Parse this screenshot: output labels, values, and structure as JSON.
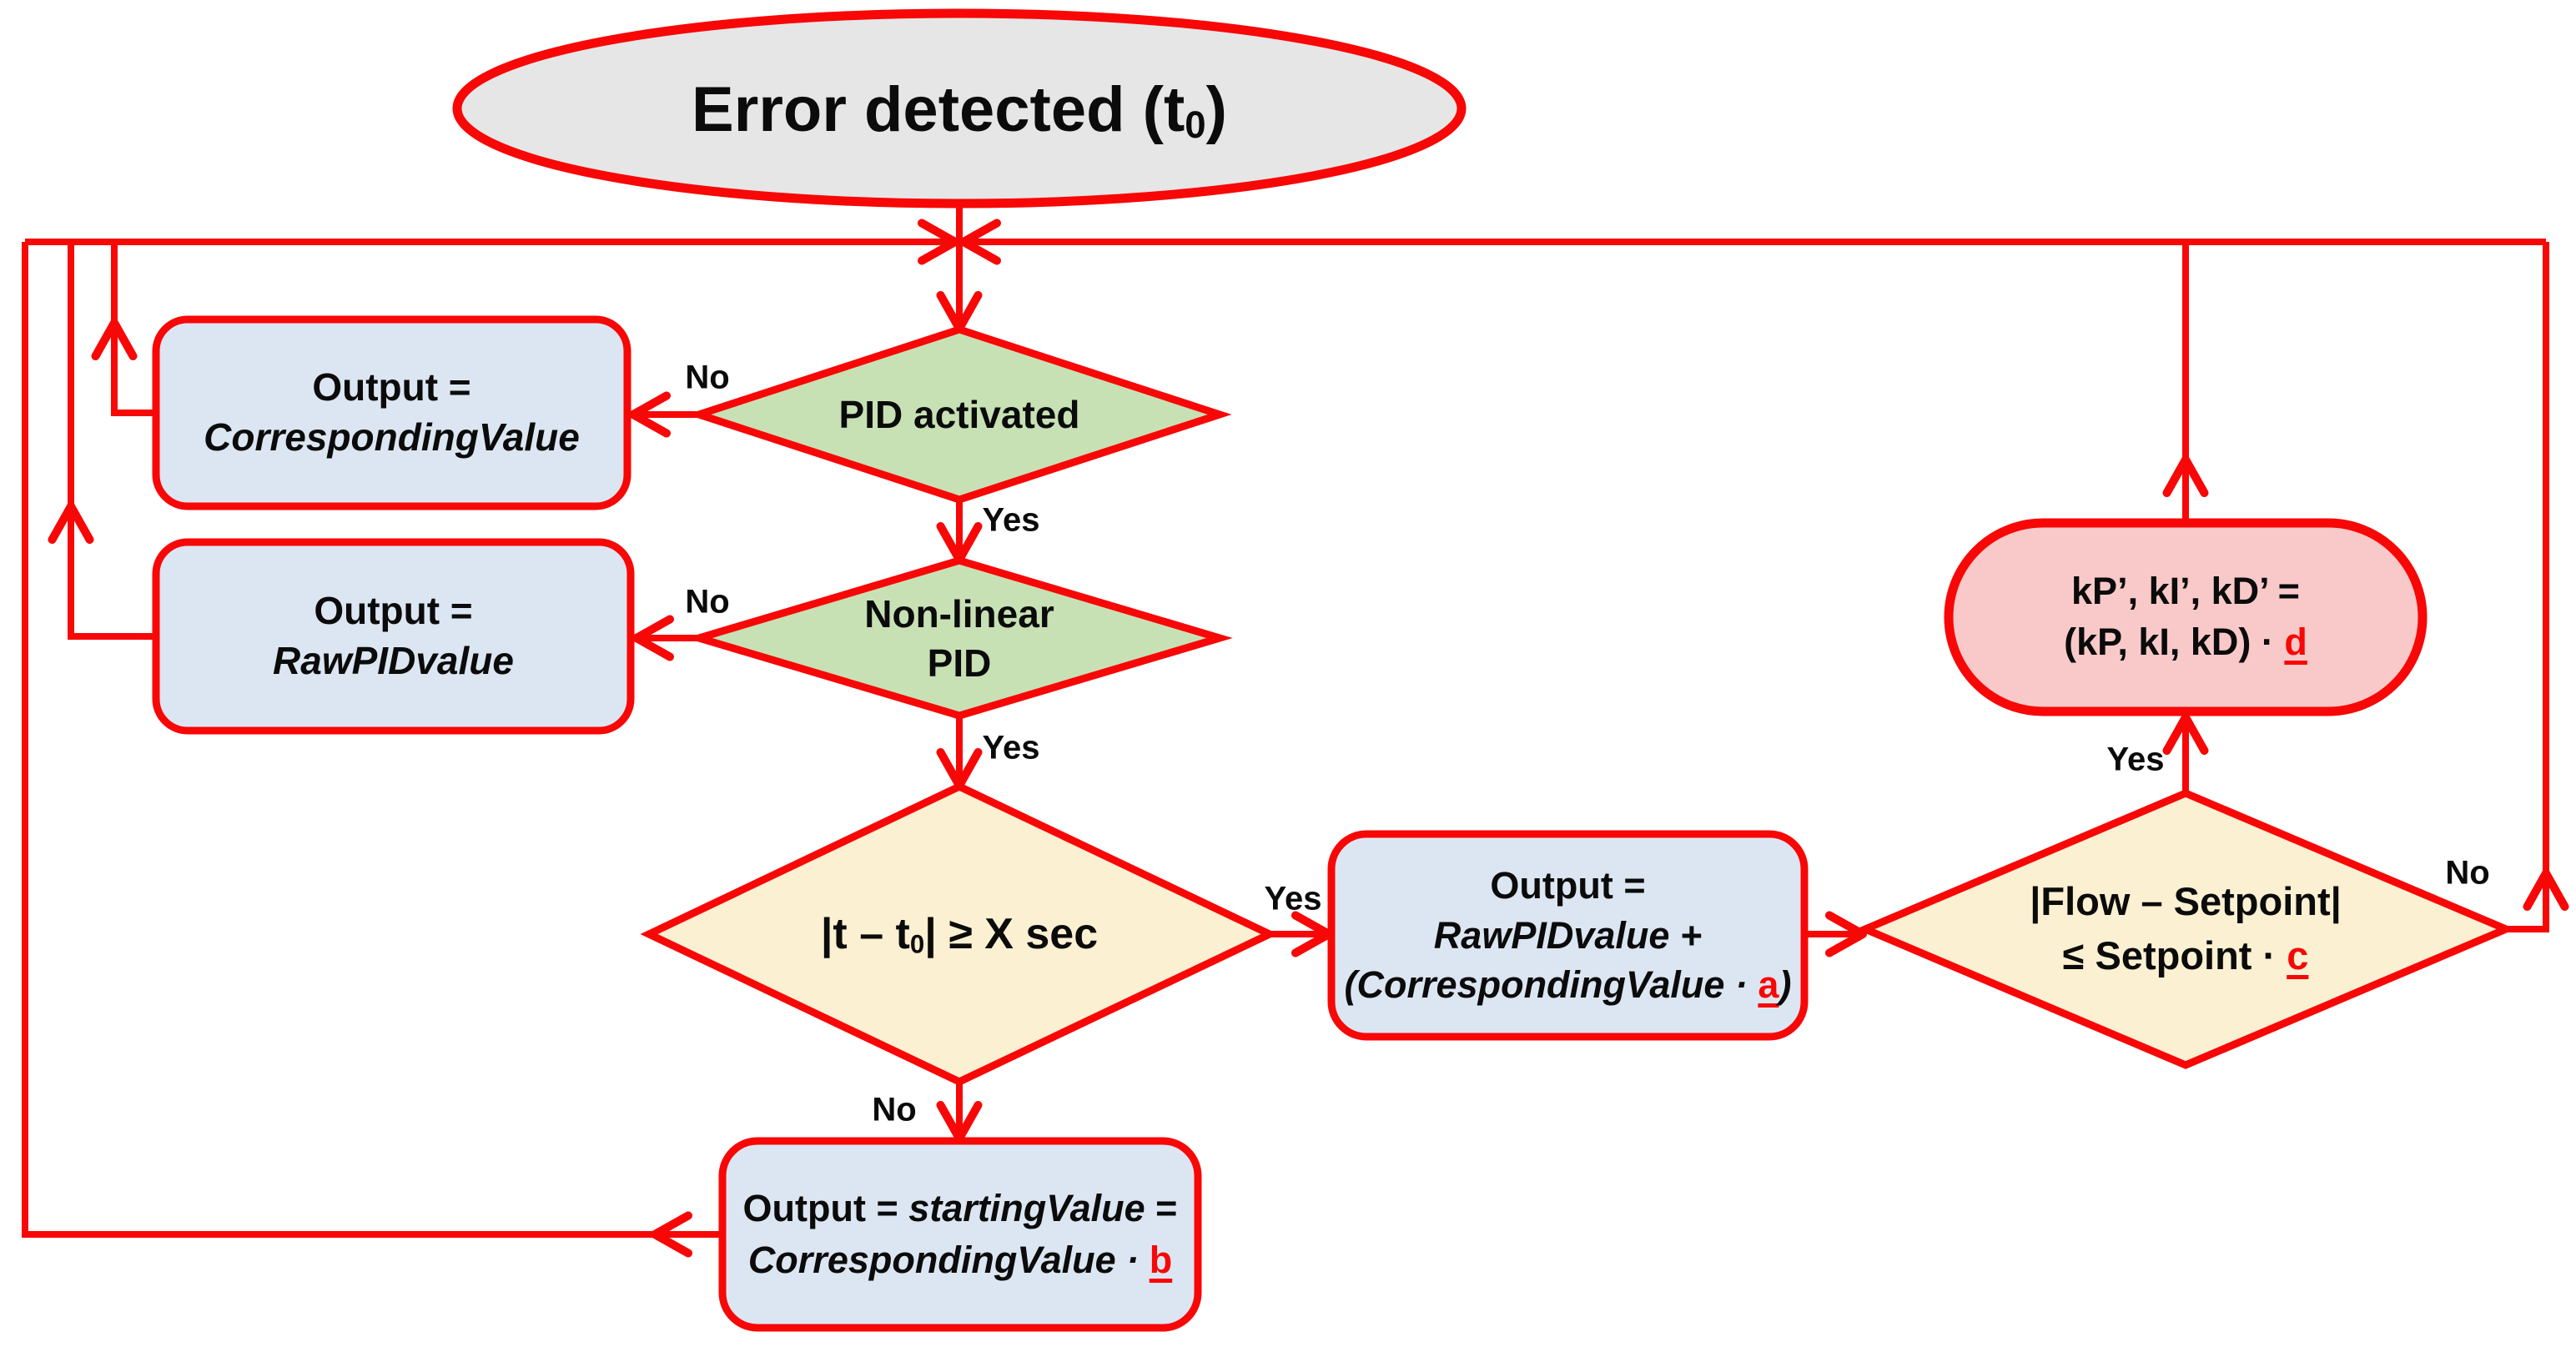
{
  "colors": {
    "red": "#F80707",
    "ink": "#0B0B0B",
    "bg": "#FFFFFF",
    "grayFill": "#E7E6E6",
    "greenFill": "#C7E1B5",
    "creamFill": "#FBF0D2",
    "blueFill": "#DCE6F2",
    "pinkFill": "#F9C9C9"
  },
  "nodes": {
    "start": {
      "type": "terminator",
      "pre": "Error detected (t",
      "sub": "0",
      "post": ")"
    },
    "d_pid": {
      "type": "decision",
      "label": "PID activated"
    },
    "d_nonlinear": {
      "type": "decision",
      "l1": "Non-linear",
      "l2": "PID"
    },
    "d_time": {
      "type": "decision",
      "pre": "|t – t",
      "sub": "0",
      "post": "| ≥ X sec"
    },
    "box_corresponding": {
      "type": "process",
      "l1": "Output =",
      "l2": "CorrespondingValue"
    },
    "box_raw": {
      "type": "process",
      "l1": "Output =",
      "l2": "RawPIDvalue"
    },
    "box_add": {
      "type": "process",
      "l1": "Output =",
      "l2": "RawPIDvalue +",
      "l3_pre": "(CorrespondingValue · ",
      "l3_var": "a",
      "l3_post": ")"
    },
    "d_flow": {
      "type": "decision",
      "l1": "|Flow – Setpoint|",
      "l2_pre": "≤ Setpoint · ",
      "l2_var": "c"
    },
    "stadium_gains": {
      "type": "terminator",
      "l1": "kP’, kI’, kD’  =",
      "l2_pre": "(kP, kI, kD) · ",
      "l2_var": "d"
    },
    "box_start": {
      "type": "process",
      "l1_pre": "Output = ",
      "l1_it": "startingValue",
      "l1_post": " =",
      "l2_pre": "CorrespondingValue · ",
      "l2_var": "b"
    }
  },
  "edge_labels": {
    "pid_no": "No",
    "pid_yes": "Yes",
    "nonlinear_no": "No",
    "nonlinear_yes": "Yes",
    "time_yes": "Yes",
    "time_no": "No",
    "flow_yes": "Yes",
    "flow_no": "No"
  }
}
